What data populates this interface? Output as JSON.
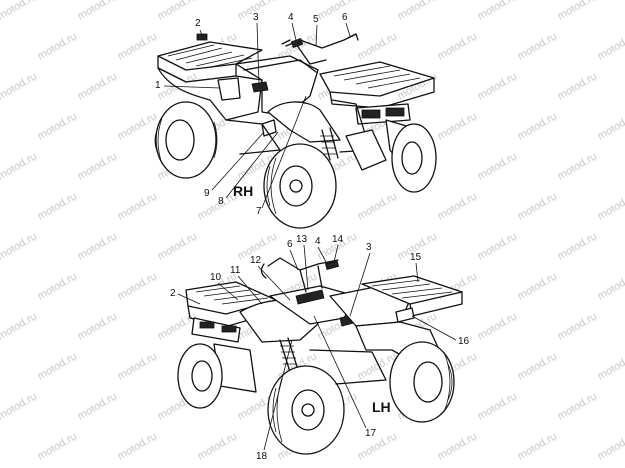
{
  "watermark": "motod.ru",
  "views": [
    {
      "side_label": "RH",
      "callouts": [
        "1",
        "2",
        "3",
        "4",
        "5",
        "6",
        "7",
        "8",
        "9"
      ]
    },
    {
      "side_label": "LH",
      "callouts": [
        "2",
        "10",
        "11",
        "12",
        "6",
        "13",
        "4",
        "14",
        "3",
        "15",
        "16",
        "17",
        "18"
      ]
    }
  ]
}
